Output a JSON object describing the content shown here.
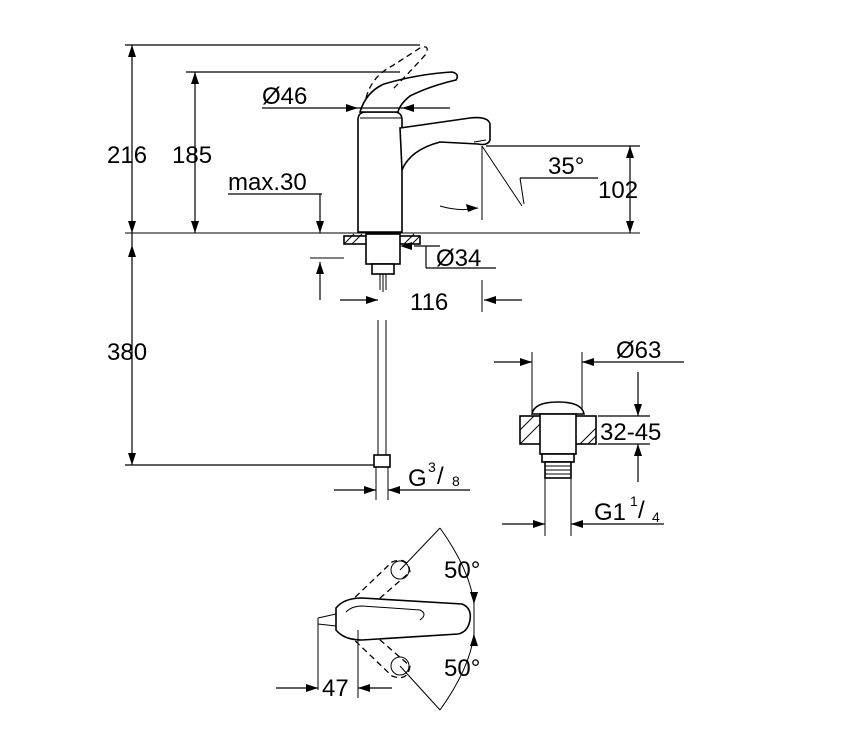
{
  "dimensions": {
    "total_height": "216",
    "spout_height": "185",
    "handle_diameter": "Ø46",
    "max_deck": "max.30",
    "spout_angle": "35°",
    "spout_outlet_height": "102",
    "mount_diameter": "Ø34",
    "reach": "116",
    "hose_length": "380",
    "hose_thread_main": "G",
    "hose_thread_num": "3",
    "hose_thread_den": "8",
    "waste_diameter": "Ø63",
    "waste_range": "32-45",
    "waste_thread_main": "G1",
    "waste_thread_num": "1",
    "waste_thread_den": "4",
    "lever_angle_top": "50°",
    "lever_angle_bottom": "50°",
    "lever_offset": "47"
  }
}
